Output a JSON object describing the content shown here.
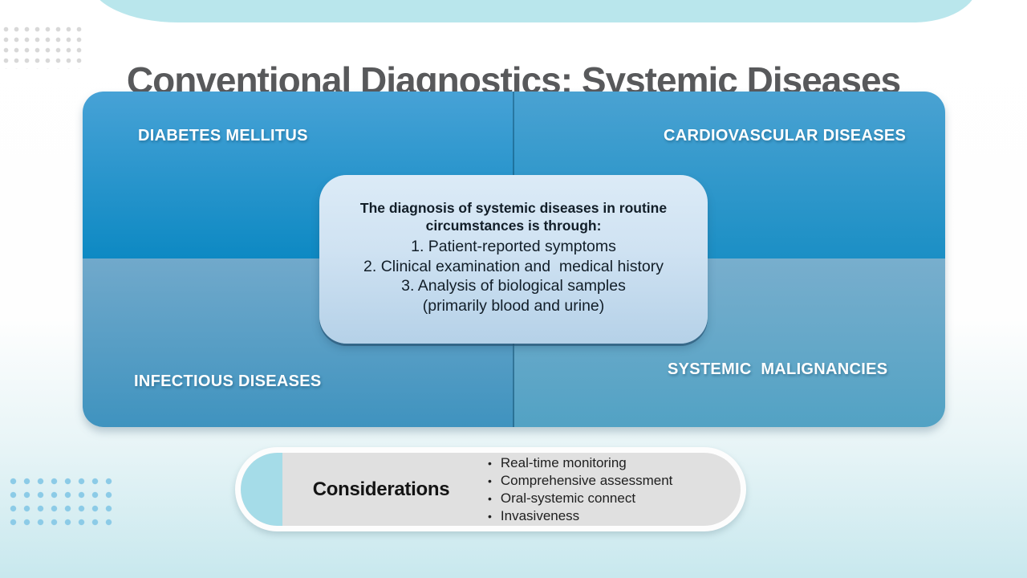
{
  "slide": {
    "title": "Conventional Diagnostics: Systemic Diseases"
  },
  "quadrants": [
    {
      "label": "DIABETES MELLITUS"
    },
    {
      "label": "CARDIOVASCULAR DISEASES"
    },
    {
      "label": "INFECTIOUS DISEASES"
    },
    {
      "label": "SYSTEMIC  MALIGNANCIES"
    }
  ],
  "center_box": {
    "heading": "The diagnosis of systemic diseases in routine circumstances is through:",
    "items": [
      "1. Patient-reported symptoms",
      "2. Clinical examination and  medical history",
      "3. Analysis of biological samples",
      "(primarily blood and urine)"
    ]
  },
  "considerations": {
    "label": "Considerations",
    "bullets": [
      "Real-time monitoring",
      "Comprehensive assessment",
      "Oral-systemic connect",
      "Invasiveness"
    ]
  },
  "colors": {
    "title_text": "#58595b",
    "header_blob_teal": "#b9e6ec",
    "quadrant_top_left": "#1f93c9",
    "quadrant_top_right": "#2b97c9",
    "quadrant_bottom_left": "#4f9bc3",
    "quadrant_bottom_right": "#64a8c8",
    "quadrant_label_text": "#ffffff",
    "center_box_bg": "#cfe2f2",
    "center_box_text": "#121e28",
    "considerations_outer": "#fdfdfd",
    "considerations_bg": "#e0e0e0",
    "considerations_accent": "#a5dce8",
    "considerations_text": "#141414",
    "dots_gray": "#d8d8d8",
    "dots_blue": "#8ccbe7",
    "background_bottom_teal": "#c8e8ee"
  }
}
